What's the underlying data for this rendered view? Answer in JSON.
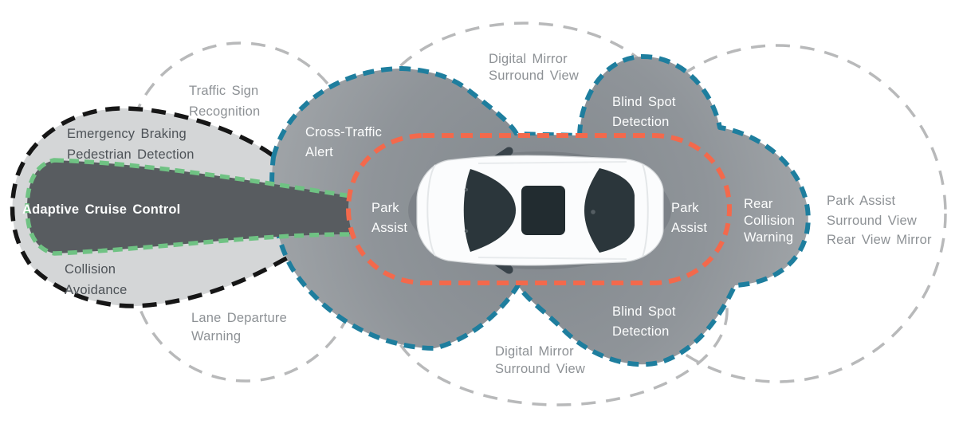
{
  "diagram": {
    "name": "ADAS sensor coverage diagram",
    "subject": "top-view car surrounded by driver-assistance sensor zones"
  },
  "colors": {
    "teal": "#1e7e9e",
    "green": "#6fc283",
    "red": "#f3694c",
    "black": "#161616",
    "range_gray": "#b8b9ba",
    "zone_fill_near": "#82888d",
    "zone_fill_far": "#a9adb0",
    "acc_beam_fill": "#585c60",
    "front_zone_fill": "#d4d6d7",
    "label_gray": "#8d9195",
    "label_dark": "#4d5257",
    "label_white": "#fcfdfd"
  },
  "labels": {
    "traffic_sign": {
      "lines": [
        "Traffic Sign",
        "Recognition"
      ]
    },
    "emergency_braking": {
      "lines": [
        "Emergency Braking",
        "Pedestrian Detection"
      ]
    },
    "adaptive_cruise": {
      "lines": [
        "Adaptive Cruise Control"
      ]
    },
    "collision_avoidance": {
      "lines": [
        "Collision",
        "Avoidance"
      ]
    },
    "lane_departure": {
      "lines": [
        "Lane Departure",
        "Warning"
      ]
    },
    "cross_traffic": {
      "lines": [
        "Cross-Traffic",
        "Alert"
      ]
    },
    "park_assist_front": {
      "lines": [
        "Park",
        "Assist"
      ]
    },
    "digital_mirror_top": {
      "lines": [
        "Digital Mirror",
        "Surround View"
      ]
    },
    "blind_spot_top": {
      "lines": [
        "Blind Spot",
        "Detection"
      ]
    },
    "park_assist_rear": {
      "lines": [
        "Park",
        "Assist"
      ]
    },
    "rear_collision": {
      "lines": [
        "Rear",
        "Collision",
        "Warning"
      ]
    },
    "park_assist_surround": {
      "lines": [
        "Park Assist",
        "Surround View",
        "Rear View Mirror"
      ]
    },
    "blind_spot_bottom": {
      "lines": [
        "Blind Spot",
        "Detection"
      ]
    },
    "digital_mirror_bottom": {
      "lines": [
        "Digital Mirror",
        "Surround View"
      ]
    }
  }
}
